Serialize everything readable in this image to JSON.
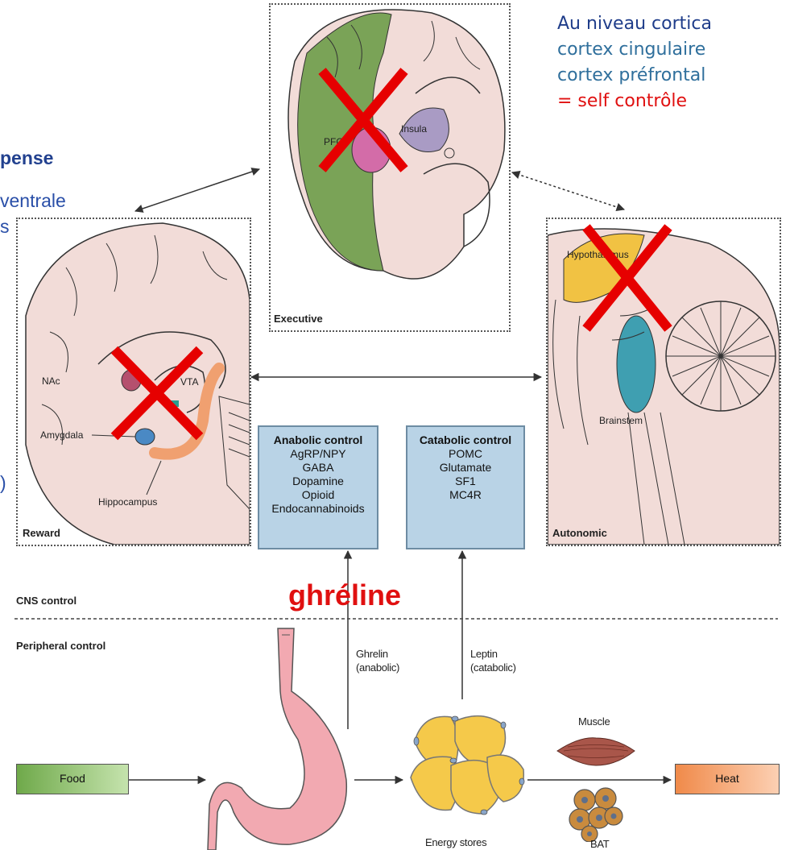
{
  "french_annotations": {
    "cortical_header": "Au niveau cortica",
    "cortical_lines": [
      "cortex cingulaire",
      "cortex préfrontal"
    ],
    "self_control": "= self contrôle",
    "left_word_1": "pense",
    "left_word_2": "ventrale",
    "left_word_3": "s",
    "left_paren": ")",
    "ghreline_label": "ghréline"
  },
  "panels": {
    "executive": {
      "label": "Executive",
      "regions": [
        "PFC",
        "Insula"
      ]
    },
    "reward": {
      "label": "Reward",
      "regions": [
        "NAc",
        "VTA",
        "Amygdala",
        "Hippocampus"
      ]
    },
    "autonomic": {
      "label": "Autonomic",
      "regions": [
        "Hypothalamus",
        "Brainstem"
      ]
    }
  },
  "control_boxes": {
    "anabolic": {
      "title": "Anabolic control",
      "items": [
        "AgRP/NPY",
        "GABA",
        "Dopamine",
        "Opioid",
        "Endocannabinoids"
      ]
    },
    "catabolic": {
      "title": "Catabolic control",
      "items": [
        "POMC",
        "Glutamate",
        "SF1",
        "MC4R"
      ]
    }
  },
  "divider": {
    "cns": "CNS control",
    "peripheral": "Peripheral control"
  },
  "signals": {
    "ghrelin": [
      "Ghrelin",
      "(anabolic)"
    ],
    "leptin": [
      "Leptin",
      "(catabolic)"
    ]
  },
  "periphery": {
    "food": "Food",
    "heat": "Heat",
    "muscle": "Muscle",
    "energy_stores": "Energy stores",
    "bat": "BAT"
  },
  "colors": {
    "pfc_green": "#7aa357",
    "insula_purple": "#a99bc4",
    "hypothalamus_yellow": "#f1c243",
    "brainstem_teal": "#3f9fb1",
    "cross_red": "#e60000",
    "food_green": "#a8cf8e",
    "heat_orange": "#f7a06c",
    "box_blue": "#b9d3e6",
    "brain_pink": "#f2dcd8"
  }
}
